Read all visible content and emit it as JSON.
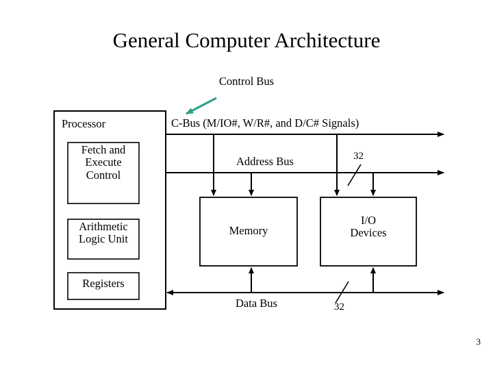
{
  "slide": {
    "title": "General Computer Architecture",
    "page_number": "3",
    "background_color": "#ffffff",
    "line_color": "#000000",
    "highlight_arrow_color": "#2e9e87"
  },
  "diagram": {
    "type": "block-diagram",
    "processor": {
      "label": "Processor",
      "units": [
        {
          "id": "fetch-execute-control",
          "label": "Fetch and\nExecute\nControl"
        },
        {
          "id": "arithmetic-logic-unit",
          "label": "Arithmetic\nLogic Unit"
        },
        {
          "id": "registers",
          "label": "Registers"
        }
      ]
    },
    "peripherals": [
      {
        "id": "memory",
        "label": "Memory"
      },
      {
        "id": "io-devices",
        "label": "I/O\nDevices"
      }
    ],
    "buses": [
      {
        "id": "control-bus",
        "callout": "Control Bus",
        "label": "C-Bus (M/IO#, W/R#, and D/C# Signals)",
        "direction": "out",
        "width_bits": ""
      },
      {
        "id": "address-bus",
        "label": "Address Bus",
        "direction": "out",
        "width_bits": "32"
      },
      {
        "id": "data-bus",
        "label": "Data Bus",
        "direction": "bidirectional",
        "width_bits": "32"
      }
    ]
  }
}
